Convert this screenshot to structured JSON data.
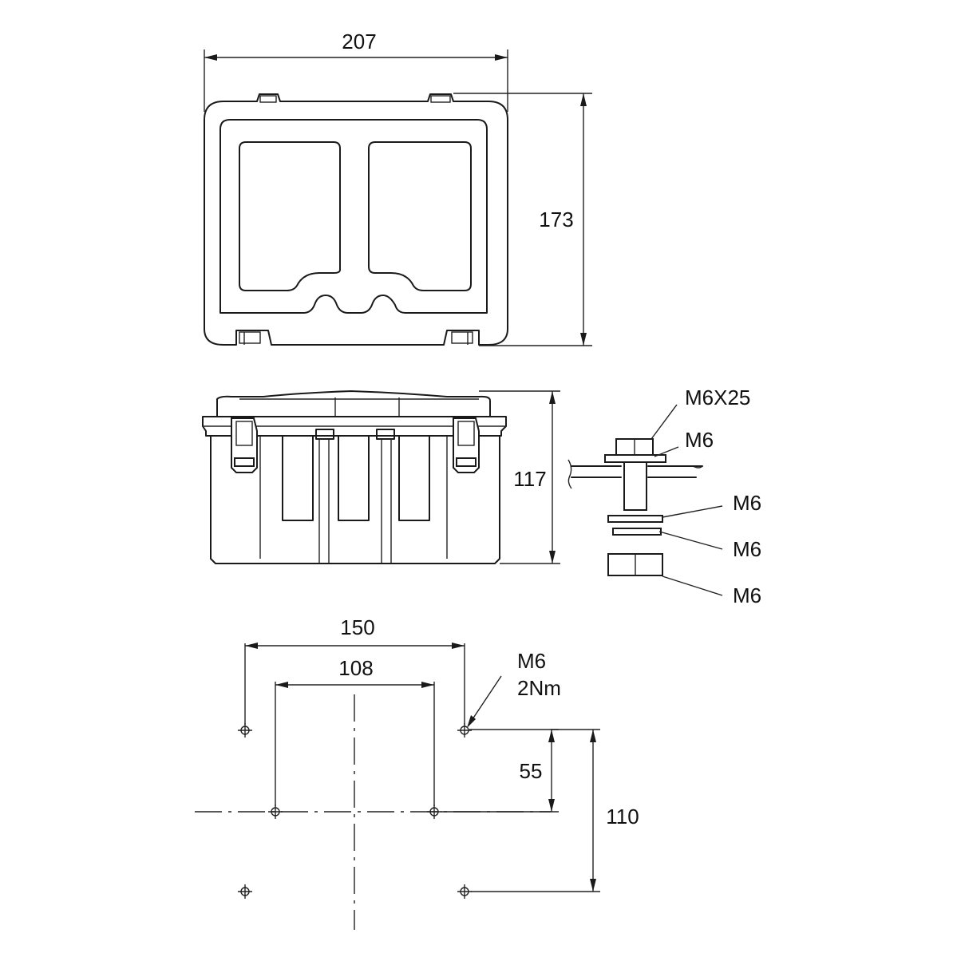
{
  "top_view": {
    "width_label": "207",
    "height_label": "173"
  },
  "side_view": {
    "height_label": "117"
  },
  "hardware": {
    "bolt_label": "M6X25",
    "washer_top_label": "M6",
    "washer_a_label": "M6",
    "washer_b_label": "M6",
    "nut_label": "M6"
  },
  "hole_pattern": {
    "outer_spacing_label": "150",
    "inner_spacing_label": "108",
    "bolt_size_label": "M6",
    "torque_label": "2Nm",
    "inner_offset_label": "55",
    "outer_offset_label": "110"
  }
}
